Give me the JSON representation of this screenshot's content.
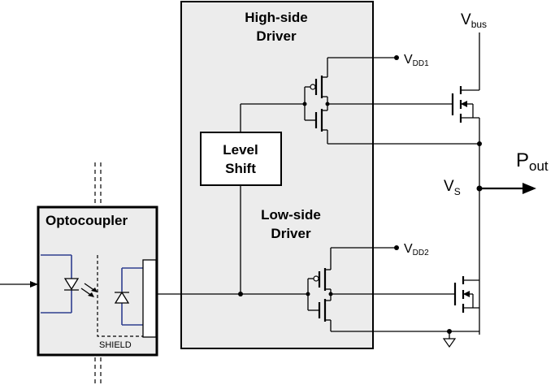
{
  "high_side_block": {
    "title_line1": "High-side",
    "title_line2": "Driver"
  },
  "low_side_block": {
    "title_line1": "Low-side",
    "title_line2": "Driver"
  },
  "level_shift": {
    "line1": "Level",
    "line2": "Shift"
  },
  "optocoupler": {
    "title": "Optocoupler",
    "shield_label": "SHIELD"
  },
  "supplies": {
    "vdd1_main": "V",
    "vdd1_sub": "DD1",
    "vdd2_main": "V",
    "vdd2_sub": "DD2",
    "vbus_main": "V",
    "vbus_sub": "bus",
    "vs_main": "V",
    "vs_sub": "S"
  },
  "output": {
    "main": "P",
    "sub": "out"
  },
  "colors": {
    "block_fill": "#ececec",
    "line": "#000000",
    "diode_wire": "#2f3f8f"
  }
}
